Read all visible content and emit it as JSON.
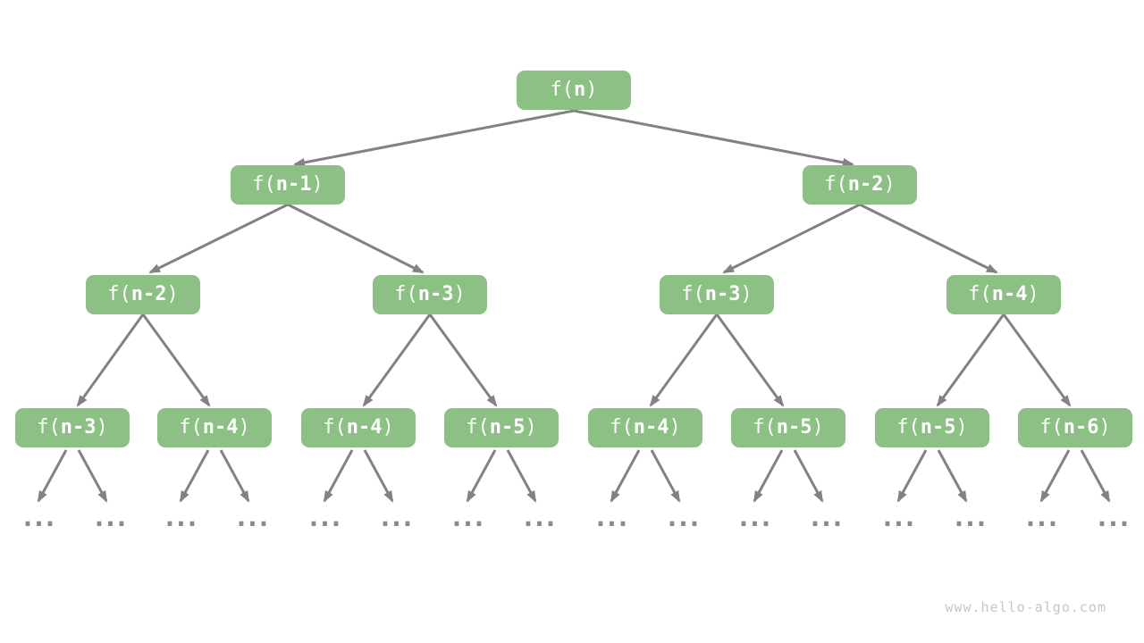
{
  "diagram": {
    "node_pre": "f(",
    "node_post": ")",
    "levels": {
      "l0": [
        "n"
      ],
      "l1": [
        "n-1",
        "n-2"
      ],
      "l2": [
        "n-2",
        "n-3",
        "n-3",
        "n-4"
      ],
      "l3": [
        "n-3",
        "n-4",
        "n-4",
        "n-5",
        "n-4",
        "n-5",
        "n-5",
        "n-6"
      ]
    },
    "ellipsis": "...",
    "colors": {
      "node_fill": "#8CC084",
      "node_text": "#FFFFFF",
      "arrow": "#828282",
      "ellipsis": "#8A8A8A"
    }
  },
  "footer": {
    "watermark": "www.hello-algo.com"
  }
}
